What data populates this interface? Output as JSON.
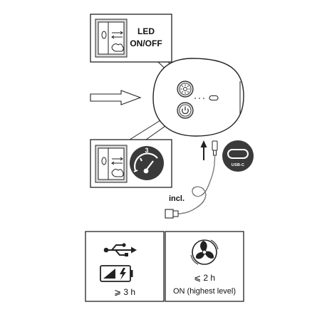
{
  "led_panel": {
    "label": "LED ON/OFF",
    "icons": [
      "hand-swipe-sensor-icon"
    ]
  },
  "speed_panel": {
    "icons": [
      "hand-swipe-sensor-icon",
      "speed-gauge-icon"
    ],
    "speed_label": "3"
  },
  "device": {
    "buttons": [
      "led-sun-button",
      "power-button"
    ],
    "port": "usb-c-port"
  },
  "cable": {
    "label": "incl.",
    "port_badge": "USB-C"
  },
  "charge_panel": {
    "icons": [
      "usb-symbol-icon",
      "battery-charging-icon"
    ],
    "duration": "⩾ 3 h"
  },
  "runtime_panel": {
    "icons": [
      "fan-icon"
    ],
    "duration": "⩽ 2 h",
    "description": "ON (highest level)"
  },
  "colors": {
    "line": "#222222",
    "panel_fill": "#dcdcdc",
    "badge_fill": "#3a3a3a",
    "white": "#ffffff"
  }
}
